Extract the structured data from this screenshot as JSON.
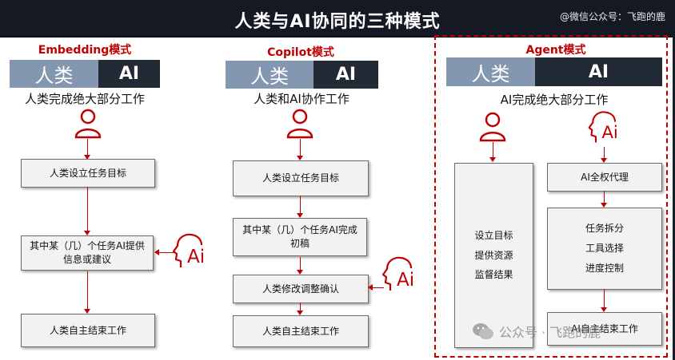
{
  "header": {
    "title": "人类与AI协同的三种模式",
    "watermark": "@微信公众号：飞跑的鹿"
  },
  "modes": [
    {
      "title": "Embedding模式",
      "human_label": "人类",
      "ai_label": "AI",
      "subtitle": "人类完成绝大部分工作",
      "steps": [
        "人类设立任务目标",
        "其中某（几）个任务AI提供信息或建议",
        "人类自主结束工作"
      ]
    },
    {
      "title": "Copilot模式",
      "human_label": "人类",
      "ai_label": "AI",
      "subtitle": "人类和AI协作工作",
      "steps": [
        "人类设立任务目标",
        "其中某（几）个任务AI完成初稿",
        "人类修改调整确认",
        "人类自主结束工作"
      ]
    },
    {
      "title": "Agent模式",
      "human_label": "人类",
      "ai_label": "AI",
      "subtitle": "AI完成绝大部分工作",
      "human_steps": [
        "设立目标",
        "提供资源",
        "监督结果"
      ],
      "ai_steps": [
        "AI全权代理",
        "任务拆分",
        "工具选择",
        "进度控制",
        "AI自主结束工作"
      ]
    }
  ],
  "icons": {
    "ai_badge_text": "Ai"
  },
  "watermark_footer": "公众号 · 飞跑的鹿",
  "colors": {
    "accent": "#c00000",
    "human_bar": "#8497b0",
    "ai_bar": "#222a35",
    "title_bg": "#141923"
  }
}
